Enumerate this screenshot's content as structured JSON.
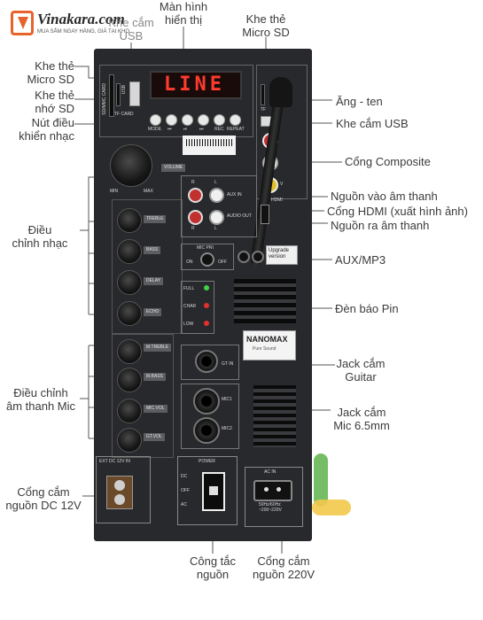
{
  "logo": {
    "brand": "Vinakara.com",
    "slogan": "MUA SẮM NGAY HÀNG, GIÁ TẠI KHO"
  },
  "labels": {
    "display_screen": "Màn hình\nhiển thị",
    "mic_sd_top": "Khe thẻ\nMicro SD",
    "usb_top": "Khe cắm\nUSB",
    "microsd_left": "Khe thẻ\nMicro SD",
    "memcard_left": "Khe thẻ\nnhớ SD",
    "music_buttons": "Nút điều\nkhiển nhạc",
    "antenna": "Ăng - ten",
    "usb_right": "Khe cắm USB",
    "composite": "Cổng Composite",
    "audio_in": "Nguồn vào âm thanh",
    "hdmi": "Cổng HDMI (xuất hình ảnh)",
    "audio_out": "Nguồn ra âm thanh",
    "music_adjust": "Điều\nchỉnh nhạc",
    "aux_mp3": "AUX/MP3",
    "battery_led": "Đèn báo Pin",
    "guitar_jack": "Jack cắm\nGuitar",
    "mic_adjust": "Điều chỉnh\nâm thanh Mic",
    "mic_jack": "Jack cắm\nMic 6.5mm",
    "dc_port": "Cổng cắm\nnguồn DC 12V",
    "power_switch": "Công tắc\nnguồn",
    "ac_port": "Cổng cắm\nnguồn 220V"
  },
  "panel": {
    "display_text": "LINE",
    "tf_card": "TF CARD",
    "sd_mmc": "SD/MMC CARD",
    "usb": "USB",
    "buttons": [
      "MODE",
      "⏮",
      "⏯",
      "⏭",
      "REC",
      "REPEAT"
    ],
    "tf": "TF",
    "volume": "VOLUME",
    "min": "MIN",
    "max": "MAX",
    "music_knobs": [
      "TREBLE",
      "BASS",
      "DELAY",
      "ECHO"
    ],
    "mic_knobs": [
      "M.TREBLE",
      "M.BASS",
      "MIC.VOL",
      "GT.VOL"
    ],
    "aux_in": "AUX IN",
    "audio_out": "AUDIO OUT",
    "hdmi": "HDMI",
    "r": "R",
    "l": "L",
    "v": "V",
    "mic_pri": "MIC PRI",
    "on": "ON",
    "off": "OFF",
    "upgrade": "Upgrade\nversion",
    "battery": [
      "FULL",
      "CHAR",
      "LOW"
    ],
    "brand": "NANOMAX",
    "brand_sub": "Pure Sound",
    "guitar": "GT IN",
    "mic1": "MIC1",
    "mic2": "MIC2",
    "dc_in": "EXT DC 12V IN",
    "power": "POWER",
    "dc": "DC",
    "off2": "OFF",
    "ac": "AC",
    "ac_in": "AC IN",
    "ac_spec": "50Hz/60Hz\n~200~220V"
  },
  "colors": {
    "panel": "#27292c",
    "brand_orange": "#e8632b",
    "led_green": "#3fd24a",
    "led_red": "#e23030",
    "display_red": "#ff3b2f"
  }
}
